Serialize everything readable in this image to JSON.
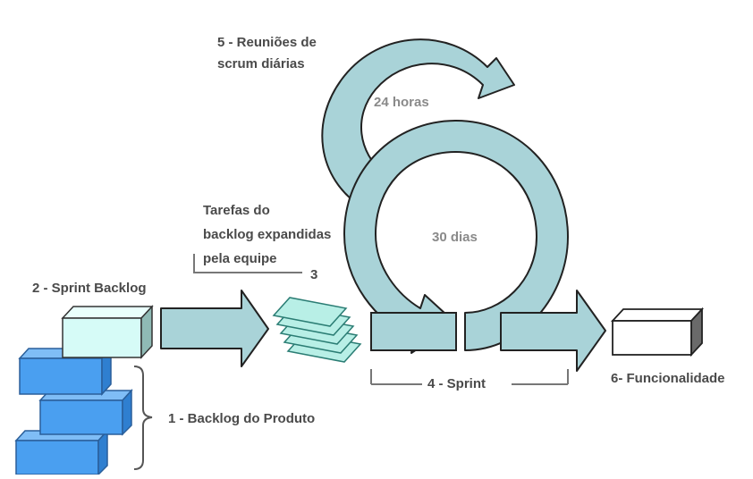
{
  "labels": {
    "daily_scrum": [
      "5 - Reuniões de",
      "scrum diárias"
    ],
    "hours": "24 horas",
    "days": "30 dias",
    "tasks": [
      "Tarefas do",
      "backlog expandidas",
      "pela equipe"
    ],
    "step3": "3",
    "sprint_backlog": "2 - Sprint Backlog",
    "product_backlog": "1 - Backlog do Produto",
    "sprint": "4 - Sprint",
    "feature": "6- Funcionalidade"
  },
  "colors": {
    "loop_fill": "#a9d3d8",
    "loop_stroke": "#222222",
    "block_fill": "#4a9ff0",
    "block_stroke": "#2a5f9a",
    "sprint_block_fill": "#d6fbf7",
    "stack_fill": "#b8efe6",
    "text": "#4a4a4a",
    "text_muted": "#8a8a8a"
  }
}
